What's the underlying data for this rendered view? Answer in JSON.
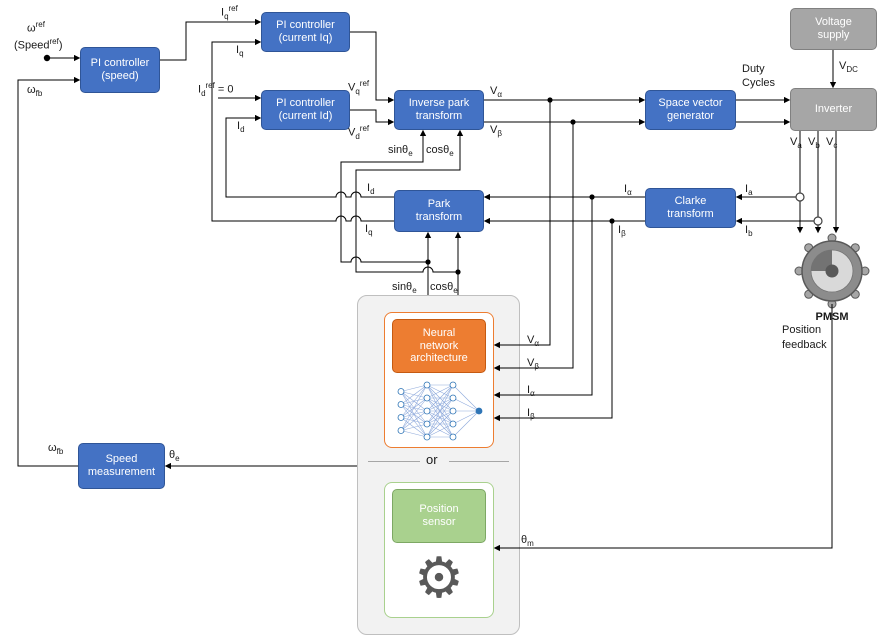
{
  "colors": {
    "block_blue": "#4472C4",
    "block_gray": "#A6A6A6",
    "accent_orange": "#ED7D31",
    "accent_green": "#A9D18E",
    "panel_bg": "#F2F2F2",
    "wire": "#000000"
  },
  "icons": {
    "gear": "⚙"
  },
  "blocks": {
    "pi_speed": {
      "lines": [
        "PI controller",
        "(speed)"
      ]
    },
    "pi_iq": {
      "lines": [
        "PI controller",
        "(current Iq)"
      ]
    },
    "pi_id": {
      "lines": [
        "PI controller",
        "(current Id)"
      ]
    },
    "inverse_park": {
      "lines": [
        "Inverse park",
        "transform"
      ]
    },
    "space_vector": {
      "lines": [
        "Space vector",
        "generator"
      ]
    },
    "park": {
      "lines": [
        "Park",
        "transform"
      ]
    },
    "clarke": {
      "lines": [
        "Clarke",
        "transform"
      ]
    },
    "speed_measurement": {
      "lines": [
        "Speed",
        "measurement"
      ]
    },
    "voltage_supply": {
      "lines": [
        "Voltage",
        "supply"
      ]
    },
    "inverter": {
      "lines": [
        "Inverter"
      ]
    },
    "neural_network": {
      "lines": [
        "Neural",
        "network",
        "architecture"
      ]
    },
    "position_sensor": {
      "lines": [
        "Position",
        "sensor"
      ]
    }
  },
  "labels": {
    "w_ref": {
      "base": "ω",
      "sup": "ref"
    },
    "speed_ref": {
      "pre": "(Speed",
      "sup": "ref",
      "post": ")"
    },
    "w_fb_top": {
      "base": "ω",
      "sub": "fb"
    },
    "w_fb_bottom": {
      "base": "ω",
      "sub": "fb"
    },
    "iq_ref": {
      "base": "I",
      "sub": "q",
      "sup": "ref"
    },
    "iq_fb": {
      "base": "I",
      "sub": "q"
    },
    "id_ref_zero": {
      "base": "I",
      "sub": "d",
      "sup": "ref",
      "post": " = 0"
    },
    "id_fb": {
      "base": "I",
      "sub": "d"
    },
    "vq_ref": {
      "base": "V",
      "sub": "q",
      "sup": "ref"
    },
    "vd_ref": {
      "base": "V",
      "sub": "d",
      "sup": "ref"
    },
    "v_alpha": {
      "base": "V",
      "sub": "α"
    },
    "v_beta": {
      "base": "V",
      "sub": "β"
    },
    "duty_cycles": {
      "lines": [
        "Duty",
        "Cycles"
      ]
    },
    "v_dc": {
      "base": "V",
      "sub": "DC"
    },
    "v_a": {
      "base": "V",
      "sub": "a"
    },
    "v_b": {
      "base": "V",
      "sub": "b"
    },
    "v_c": {
      "base": "V",
      "sub": "c"
    },
    "i_a": {
      "base": "I",
      "sub": "a"
    },
    "i_b": {
      "base": "I",
      "sub": "b"
    },
    "i_alpha": {
      "base": "I",
      "sub": "α"
    },
    "i_beta": {
      "base": "I",
      "sub": "β"
    },
    "i_d_park": {
      "base": "I",
      "sub": "d"
    },
    "i_q_park": {
      "base": "I",
      "sub": "q"
    },
    "sin_theta_ip": {
      "base": "sinθ",
      "sub": "e"
    },
    "cos_theta_ip": {
      "base": "cosθ",
      "sub": "e"
    },
    "sin_theta_p": {
      "base": "sinθ",
      "sub": "e"
    },
    "cos_theta_p": {
      "base": "cosθ",
      "sub": "e"
    },
    "v_alpha_nn": {
      "base": "V",
      "sub": "α"
    },
    "v_beta_nn": {
      "base": "V",
      "sub": "β"
    },
    "i_alpha_nn": {
      "base": "I",
      "sub": "α"
    },
    "i_beta_nn": {
      "base": "I",
      "sub": "β"
    },
    "theta_m": {
      "base": "θ",
      "sub": "m"
    },
    "theta_e": {
      "base": "θ",
      "sub": "e"
    },
    "position_feedback": {
      "lines": [
        "Position",
        "feedback"
      ]
    },
    "pmsm": {
      "base": "PMSM"
    },
    "or": {
      "base": "or"
    }
  }
}
